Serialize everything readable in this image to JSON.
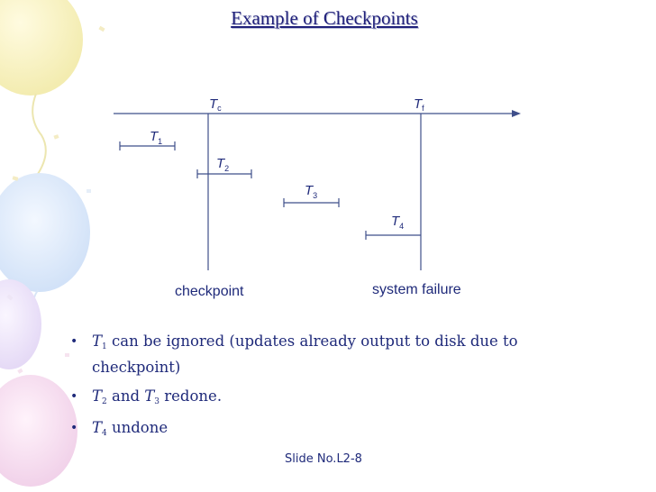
{
  "slide": {
    "title": "Example of Checkpoints",
    "footer": "Slide No.L2-8"
  },
  "diagram": {
    "top_labels": [
      {
        "letter": "T",
        "sub": "c"
      },
      {
        "letter": "T",
        "sub": "f"
      }
    ],
    "transactions": [
      {
        "letter": "T",
        "sub": "1"
      },
      {
        "letter": "T",
        "sub": "2"
      },
      {
        "letter": "T",
        "sub": "3"
      },
      {
        "letter": "T",
        "sub": "4"
      }
    ],
    "bottom_labels": {
      "checkpoint": "checkpoint",
      "failure": "system failure"
    }
  },
  "bullets": [
    {
      "t_letter": "T",
      "t_sub": "1",
      "line1": " can be ignored (updates already output to disk due to",
      "line2": "checkpoint)"
    },
    {
      "t_letter": "T",
      "t_sub": "2",
      "mid": " and ",
      "t2_letter": "T",
      "t2_sub": "3",
      "rest": " redone."
    },
    {
      "t_letter": "T",
      "t_sub": "4",
      "rest": " undone"
    }
  ],
  "colors": {
    "text": "#1f2a7a",
    "title": "#1f1f7a",
    "lines": "#3f4f8a"
  }
}
